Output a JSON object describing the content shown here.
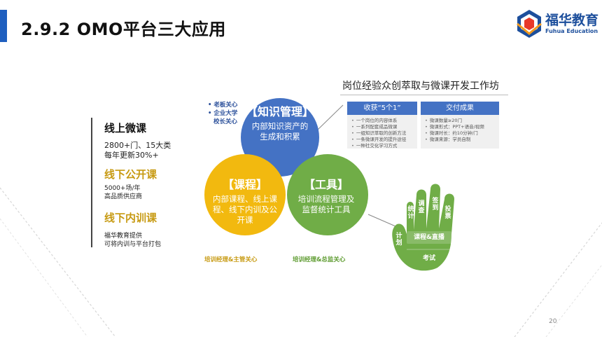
{
  "header": {
    "title": "2.9.2 OMO平台三大应用",
    "logo_cn": "福华教育",
    "logo_en": "Fuhua Education"
  },
  "left_panel": {
    "online_title": "线上微课",
    "online_line1": "2800+门、15大类",
    "online_line2": "每年更新30%+",
    "open_title": "线下公开课",
    "open_line1": "5000+场/年",
    "open_line2": "高品质供应商",
    "internal_title": "线下内训课",
    "internal_line1": "福华教育提供",
    "internal_line2": "可将内训与平台打包"
  },
  "notes": {
    "top_1": "老板关心",
    "top_2": "企业大学",
    "top_3": "校长关心",
    "bottom_left": "培训经理&主管关心",
    "bottom_right": "培训经理&总监关心"
  },
  "circles": {
    "knowledge": {
      "head": "【知识管理】",
      "body": "内部知识资产的生成和积累"
    },
    "course": {
      "head": "【课程】",
      "body": "内部课程、线上课程、线下内训及公开课"
    },
    "tool": {
      "head": "【工具】",
      "body": "培训流程管理及监督统计工具"
    }
  },
  "workshop": {
    "title": "岗位经验众创萃取与微课开发工作坊",
    "box1_title": "收获“5个1”",
    "box1_items": [
      "一个岗位的内容体系",
      "一系列配套成品微课",
      "一组知识萃取的创新方法",
      "一条微课开发的提升途径",
      "一种社交化学习方式"
    ],
    "box2_title": "交付成果",
    "box2_items": [
      "微课数量≥20门",
      "微课形式：PPT+语音/视频",
      "微课时长：约10分钟/门",
      "微课来源：学员自制"
    ]
  },
  "hand": {
    "f1": "统计",
    "f2": "调查",
    "f3": "签到",
    "f4": "投票",
    "thumb": "计划",
    "palm": "课程&直播",
    "bottom": "考试"
  },
  "page_number": "20",
  "colors": {
    "blue": "#4472c4",
    "gold": "#f2b90f",
    "green": "#70ad47",
    "accent": "#1f5fbf"
  }
}
